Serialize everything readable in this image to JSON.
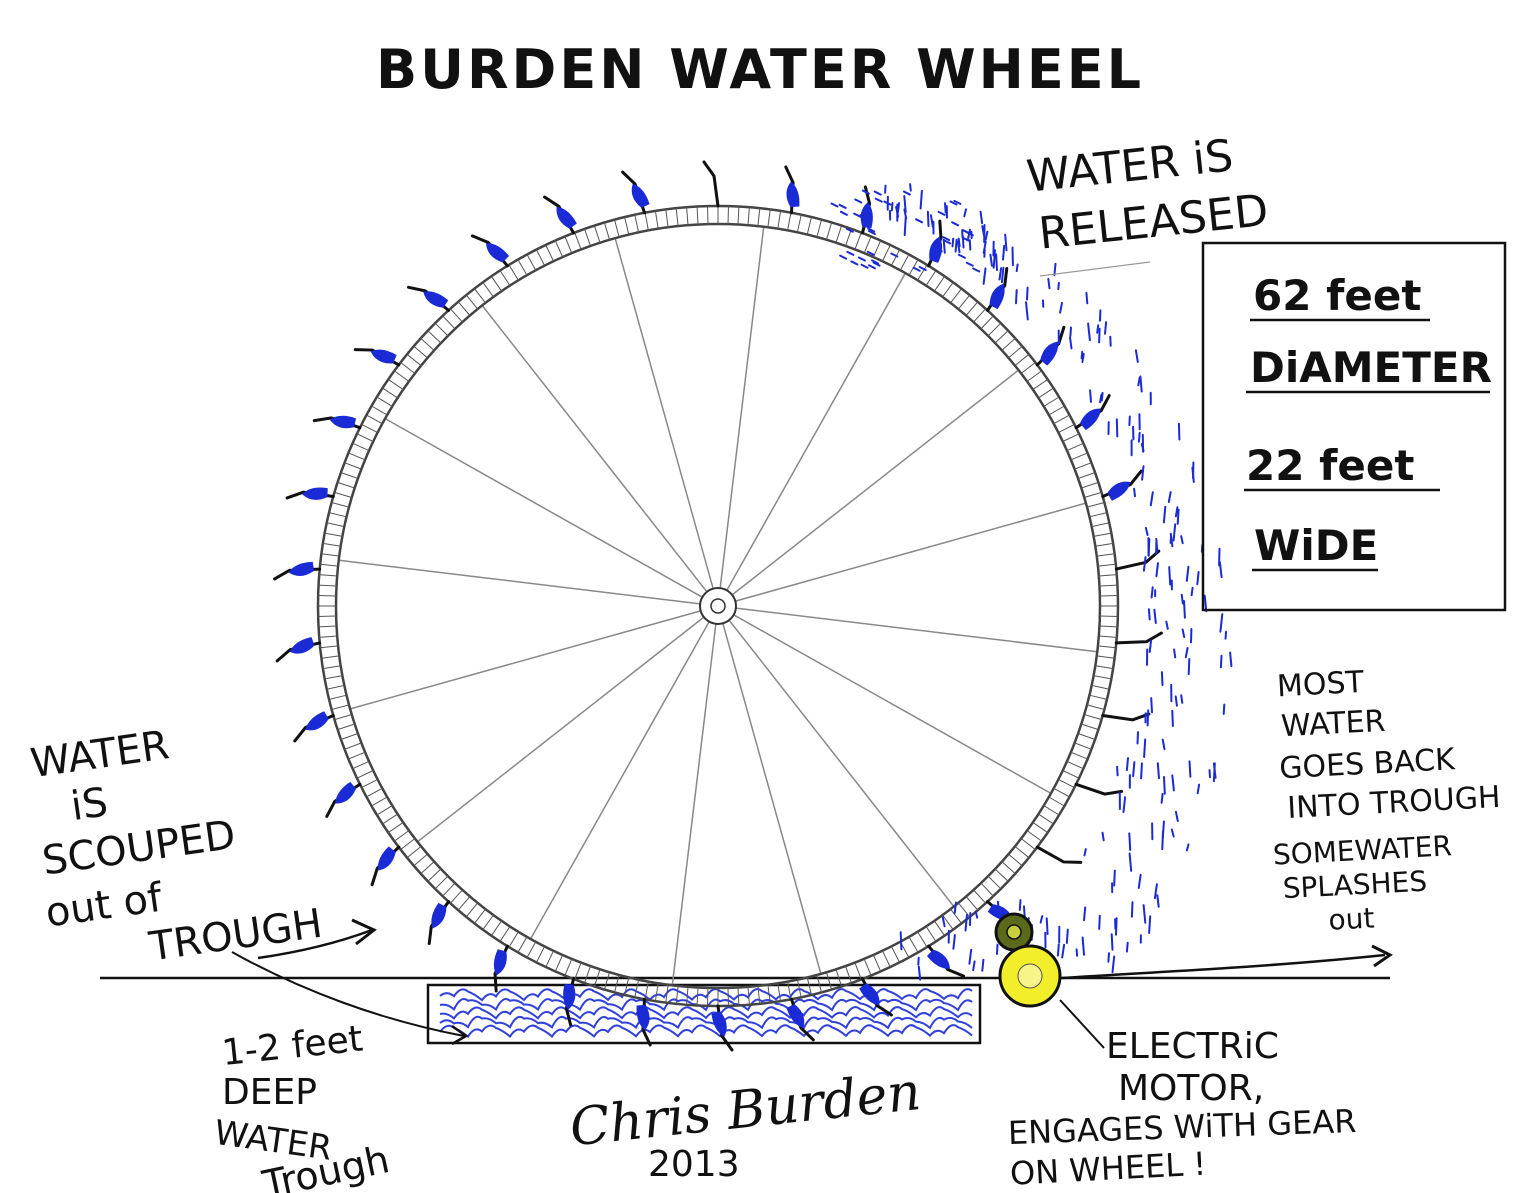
{
  "title": "BURDEN WATER WHEEL",
  "labels": {
    "water_released": [
      "WATER iS",
      "RELEASED"
    ],
    "specs": {
      "diameter_value": "62 feet",
      "diameter_label": "DiAMETER",
      "width_value": "22 feet",
      "width_label": "WiDE"
    },
    "most_water": [
      "MOST",
      "WATER",
      "GOES BACK",
      "INTO TROUGH"
    ],
    "some_water": [
      "SOMEWATER",
      "SPLASHES",
      "out"
    ],
    "scooped": [
      "WATER",
      "iS",
      "SCOUPED",
      "out of",
      "TROUGH"
    ],
    "trough_depth": [
      "1-2 feet",
      "DEEP",
      "WATER",
      "Trough"
    ],
    "motor": [
      "ELECTRiC",
      "MOTOR,",
      "ENGAGES WiTH GEAR",
      "ON WHEEL !"
    ],
    "signature": "Chris Burden",
    "year": "2013"
  },
  "colors": {
    "ink": "#111111",
    "water": "#1a2bd6",
    "motor": "#f2ef2a",
    "gear": "#5a6a1a",
    "spoke": "#888888"
  },
  "wheel": {
    "spokes": 16,
    "buckets": 34
  }
}
